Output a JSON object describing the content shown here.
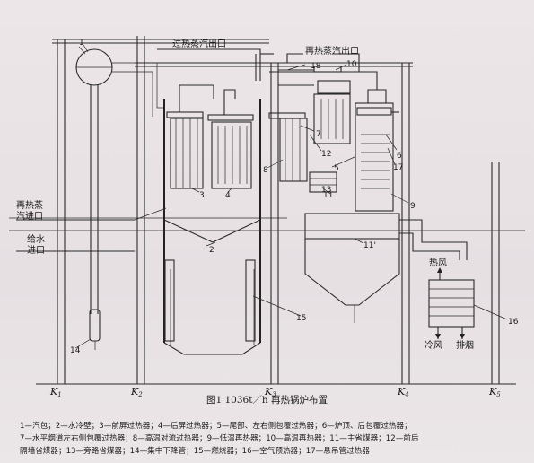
{
  "caption": "图1 1036t／h 再热锅炉布置",
  "labels": {
    "superheated_outlet": "过热蒸汽出口",
    "reheat_outlet": "再热蒸汽出口",
    "reheat_inlet_l1": "再热蒸",
    "reheat_inlet_l2": "汽进口",
    "feedwater_inlet_l1": "给水",
    "feedwater_inlet_l2": "进口",
    "hot_air": "热风",
    "cold_air": "冷风",
    "flue_gas": "排烟"
  },
  "numbers": [
    "1",
    "2",
    "3",
    "4",
    "5",
    "6",
    "7",
    "8",
    "9",
    "10",
    "11",
    "11'",
    "12",
    "13",
    "14",
    "15",
    "16",
    "17",
    "18"
  ],
  "columns": [
    {
      "k": "K",
      "sub": "1"
    },
    {
      "k": "K",
      "sub": "2"
    },
    {
      "k": "K",
      "sub": "3"
    },
    {
      "k": "K",
      "sub": "4"
    },
    {
      "k": "K",
      "sub": "5"
    }
  ],
  "legend": [
    "1—汽包；2—水冷壁；3—前屏过热器；4—后屏过热器；5—尾部、左右侧包覆过热器；6—炉顶、后包覆过热器；",
    "7—水平烟道左右侧包覆过热器；8—高温对流过热器；9—低温再热器；10—高温再热器；11—主省煤器；12—前后",
    "隔墙省煤器；13—旁路省煤器；14—集中下降管；15—燃烧器；16—空气预热器；17—悬吊管过热器"
  ]
}
